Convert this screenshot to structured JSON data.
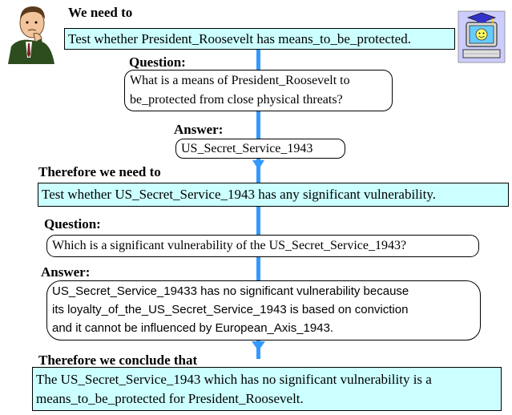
{
  "steps": {
    "need1": "We need to",
    "task1": "Test whether President_Roosevelt has means_to_be_protected.",
    "q1_heading": "Question:",
    "q1_line1": "What is a means of President_Roosevelt to",
    "q1_line2": "be_protected from close physical threats?",
    "a1_heading": "Answer:",
    "a1_text": "US_Secret_Service_1943",
    "need2": "Therefore we need to",
    "task2": "Test whether US_Secret_Service_1943 has any significant vulnerability.",
    "q2_heading": "Question:",
    "q2_text": "Which is a significant vulnerability of the US_Secret_Service_1943?",
    "a2_heading": "Answer:",
    "a2_line1": "US_Secret_Service_19433 has no significant vulnerability because",
    "a2_line2": "its loyalty_of_the_US_Secret_Service_1943 is based on conviction",
    "a2_line3": "and it cannot be influenced by European_Axis_1943.",
    "conclude": "Therefore we conclude that",
    "conclusion_line1": "The US_Secret_Service_1943 which has no significant vulnerability is a",
    "conclusion_line2": "means_to_be_protected for President_Roosevelt."
  },
  "colors": {
    "box_fill": "#ccffff",
    "arrow": "#3399ff",
    "text": "#000000"
  },
  "icons": {
    "left": "thinking-person-icon",
    "right": "computer-graduate-icon"
  }
}
